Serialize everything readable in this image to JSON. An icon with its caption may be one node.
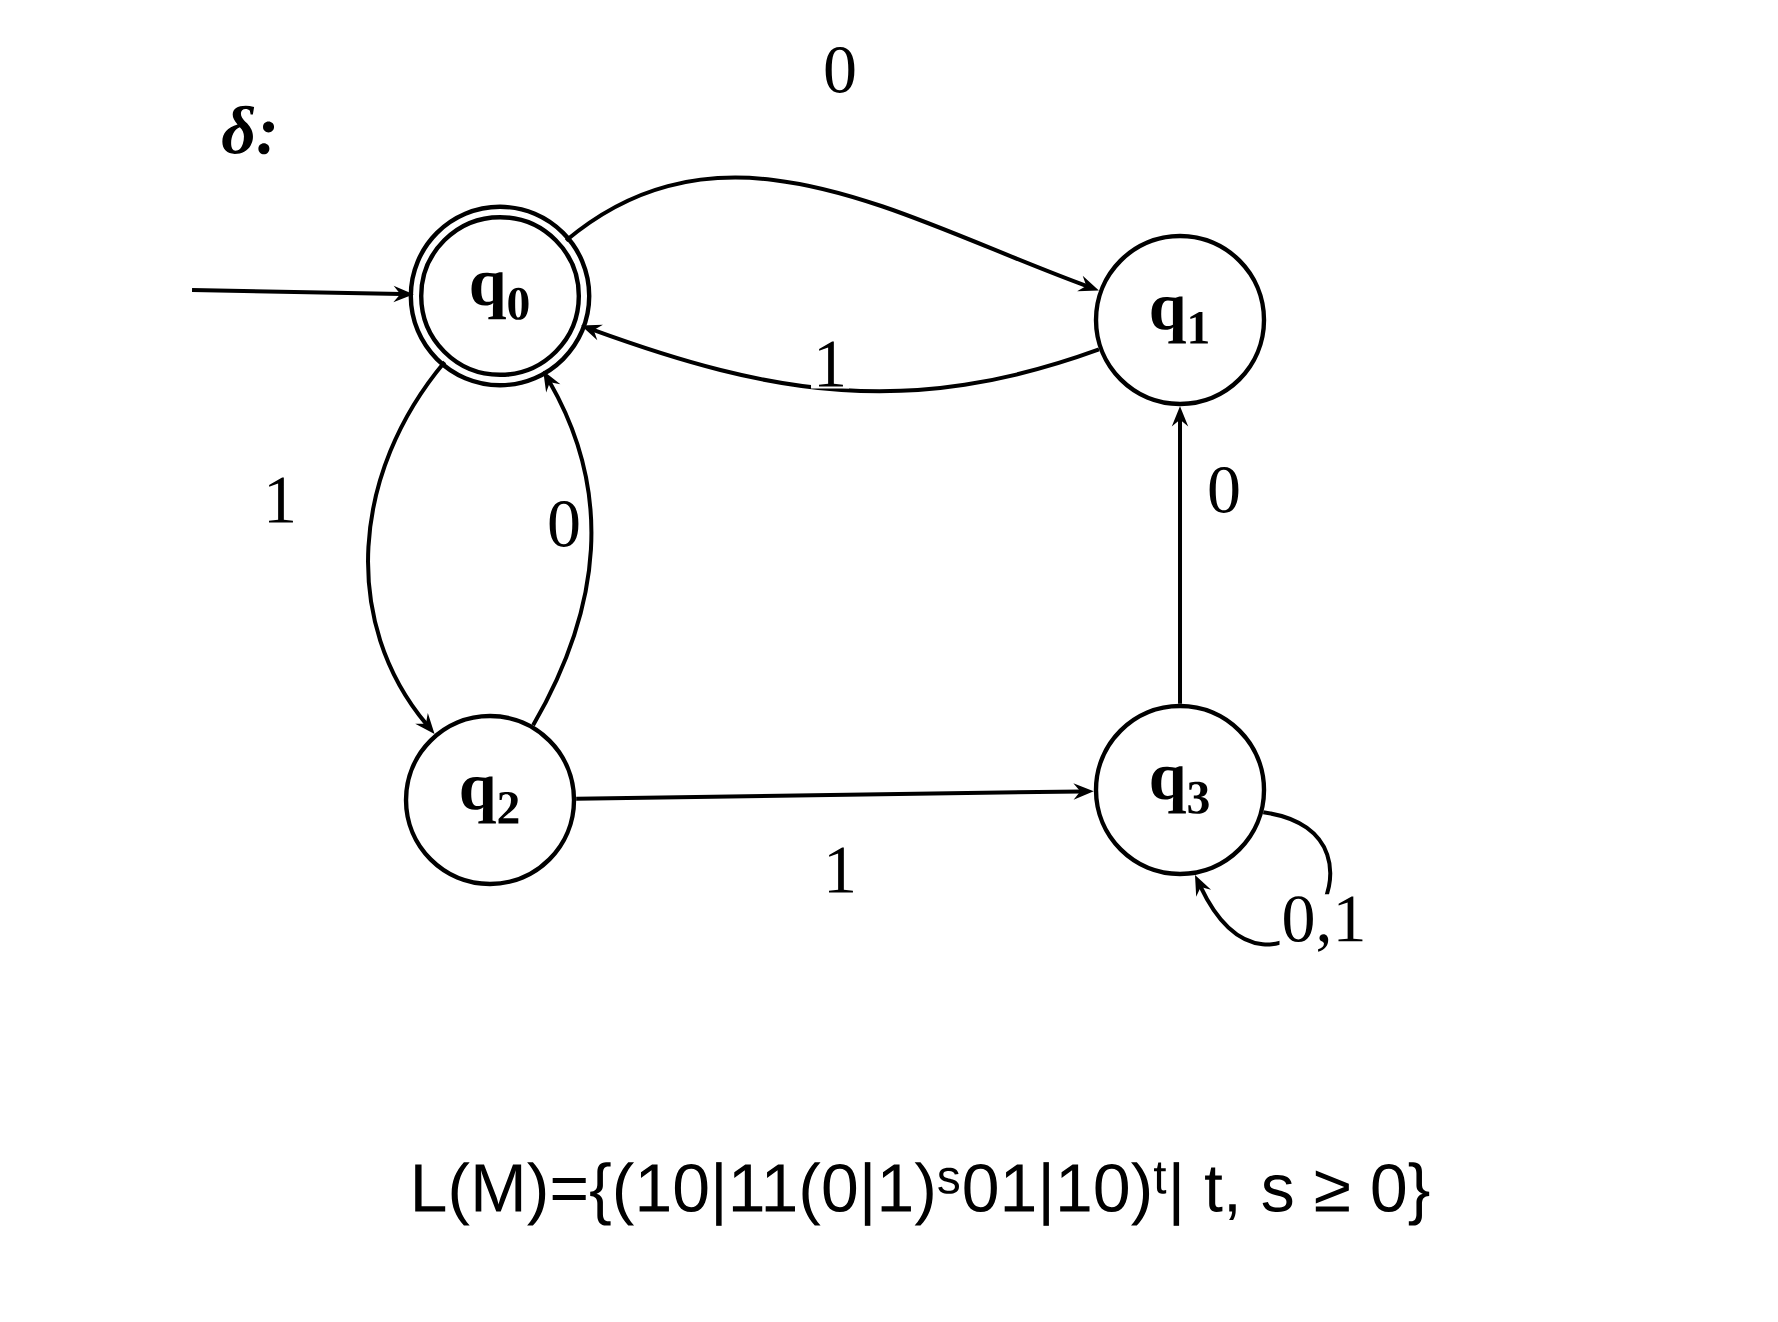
{
  "diagram": {
    "nodes": [
      {
        "text": [
          "q$_{0}$"
        ]
      },
      {
        "text": [
          "q$_{1}$"
        ]
      },
      {
        "text": [
          "q$_{2}$"
        ]
      },
      {
        "text": [
          "q$_{3}$"
        ]
      }
    ],
    "edges": [
      {
        "from": null,
        "to": 0,
        "arrow": "to"
      },
      {
        "from": 0,
        "to": 1,
        "arrow": "to",
        "label": "0"
      },
      {
        "from": 1,
        "to": 0,
        "arrow": "to",
        "label": "1"
      },
      {
        "from": 0,
        "to": 2,
        "arrow": "to",
        "label": "1"
      },
      {
        "from": 2,
        "to": 0,
        "arrow": "to",
        "label": "0"
      },
      {
        "from": 2,
        "to": 3,
        "arrow": "to",
        "label": "1"
      },
      {
        "from": 3,
        "to": 1,
        "arrow": "to",
        "label": "0"
      },
      {
        "from": 3,
        "to": 3,
        "arrow": "to",
        "label": "0,1"
      }
    ],
    "labels": [
      "δ:",
      "L(M)={(10|11(0|1)$^{s}$01|10)$^{t}$| t, s ≥ 0}"
    ]
  }
}
